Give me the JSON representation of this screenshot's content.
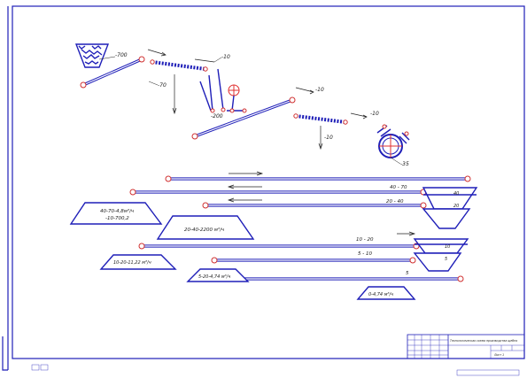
{
  "labels": {
    "feed_size": "-700",
    "c1_size": "-70",
    "screen1_size": "-10",
    "split_size": "-200",
    "screen2_size": "-10",
    "c3_size": "-10",
    "screen3_size": "-10",
    "crusher_size": "-35",
    "frac_40_70": "40 - 70",
    "frac_20_40": "20 - 40",
    "frac_10_20": "10 - 20",
    "frac_5_10": "5 - 10",
    "frac_0_5": "5",
    "bin_40": "40",
    "bin_20": "20",
    "bin_10": "10",
    "bin_5": "5"
  },
  "stockpiles": {
    "s1_a": "40-70-4,8м³/ч",
    "s1_b": "-10-700,2",
    "s2": "20-40-2200 м³/ч",
    "s3": "10-20-11,22 м³/ч",
    "s4": "5-20-4,74 м³/ч",
    "s5": "0-4,74 м³/ч"
  },
  "title_block": {
    "designation": "Технологическая схема производства щебня",
    "sheet_label": "Лист 1"
  },
  "colors": {
    "line_blue": "#1f1fb8",
    "pulley_red": "#d03030",
    "frame_blue": "#1f1fb8"
  }
}
